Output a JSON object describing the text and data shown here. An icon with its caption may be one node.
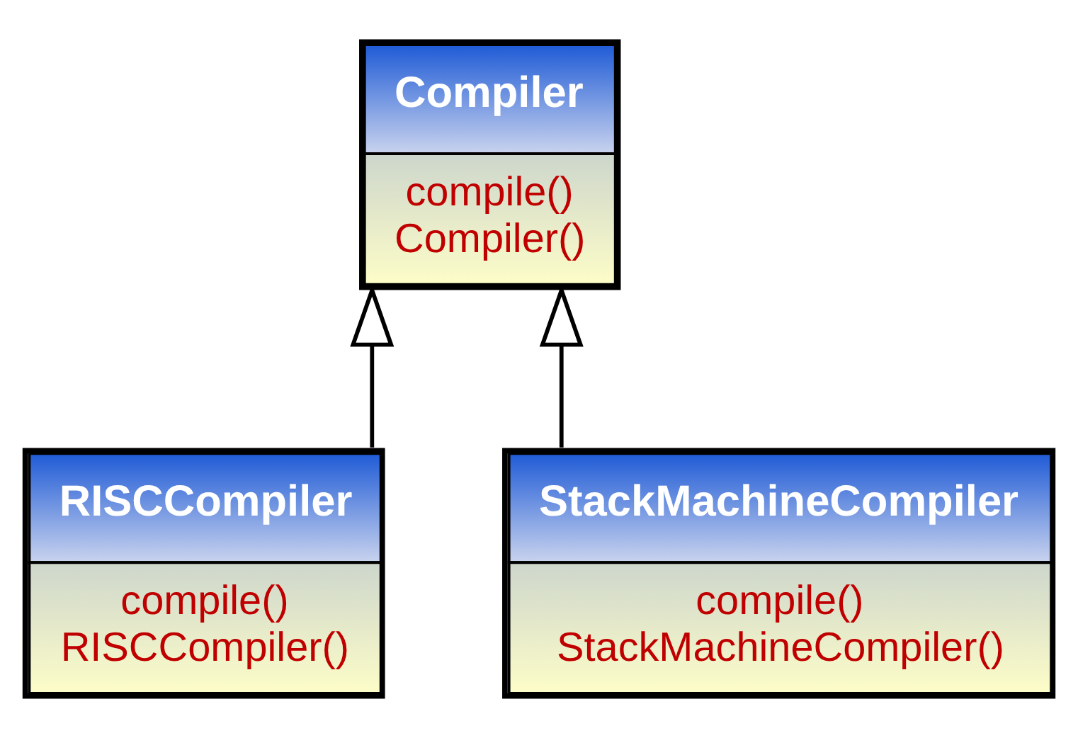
{
  "diagram": {
    "nodes": [
      {
        "text": [
          "Compiler",
          "compile()",
          "Compiler()"
        ]
      },
      {
        "text": [
          "RISCCompiler",
          "compile()",
          "RISCCompiler()"
        ]
      },
      {
        "text": [
          "StackMachineCompiler",
          "compile()",
          "StackMachineCompiler()"
        ]
      }
    ],
    "edges": [
      {
        "from": 1,
        "to": 0,
        "arrow": "to"
      },
      {
        "from": 2,
        "to": 0,
        "arrow": "to"
      }
    ]
  }
}
